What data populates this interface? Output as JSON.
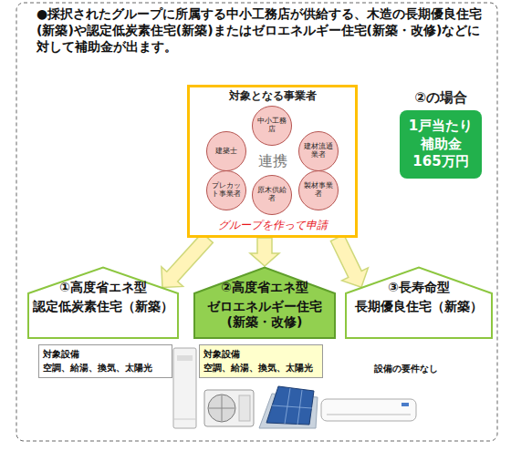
{
  "diagram": {
    "title": "●採択されたグループに所属する中小工務店が供給する、木造の長期優良住宅(新築)や認定低炭素住宅(新築)またはゼロエネルギー住宅(新築・改修)などに対して補助金が出ます。",
    "nodes": [
      {
        "text": [
          "対象となる事業者",
          "連携",
          "グループを作って申請"
        ]
      },
      {
        "text": [
          "中小工務店"
        ],
        "in": 0
      },
      {
        "text": [
          "建築士"
        ],
        "in": 0
      },
      {
        "text": [
          "建材流通業者"
        ],
        "in": 0
      },
      {
        "text": [
          "プレカット事業者"
        ],
        "in": 0
      },
      {
        "text": [
          "製材事業者"
        ],
        "in": 0
      },
      {
        "text": [
          "原木供給者"
        ],
        "in": 0
      },
      {
        "text": [
          "②の場合",
          "1戸当たり 補助金 165万円"
        ]
      },
      {
        "text": [
          "①高度省エネ型",
          "認定低炭素住宅（新築）"
        ]
      },
      {
        "text": [
          "②高度省エネ型",
          "ゼロエネルギー住宅(新築・改修)"
        ]
      },
      {
        "text": [
          "③長寿命型",
          "長期優良住宅（新築）"
        ]
      },
      {
        "text": [
          "対象設備",
          "空調、給湯、換気、太陽光"
        ]
      },
      {
        "text": [
          "対象設備",
          "空調、給湯、換気、太陽光"
        ]
      }
    ],
    "edges": [
      {
        "from": 0,
        "to": 8,
        "arrow": "to"
      },
      {
        "from": 0,
        "to": 9,
        "arrow": "to"
      },
      {
        "from": 0,
        "to": 10,
        "arrow": "to"
      }
    ],
    "labels": [
      "設備の要件なし"
    ]
  }
}
